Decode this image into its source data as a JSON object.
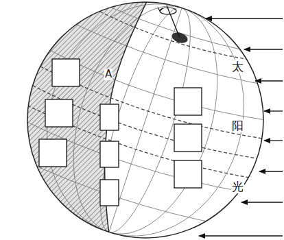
{
  "diagram": {
    "labels": [
      "A",
      "太",
      "阳",
      "光"
    ]
  }
}
